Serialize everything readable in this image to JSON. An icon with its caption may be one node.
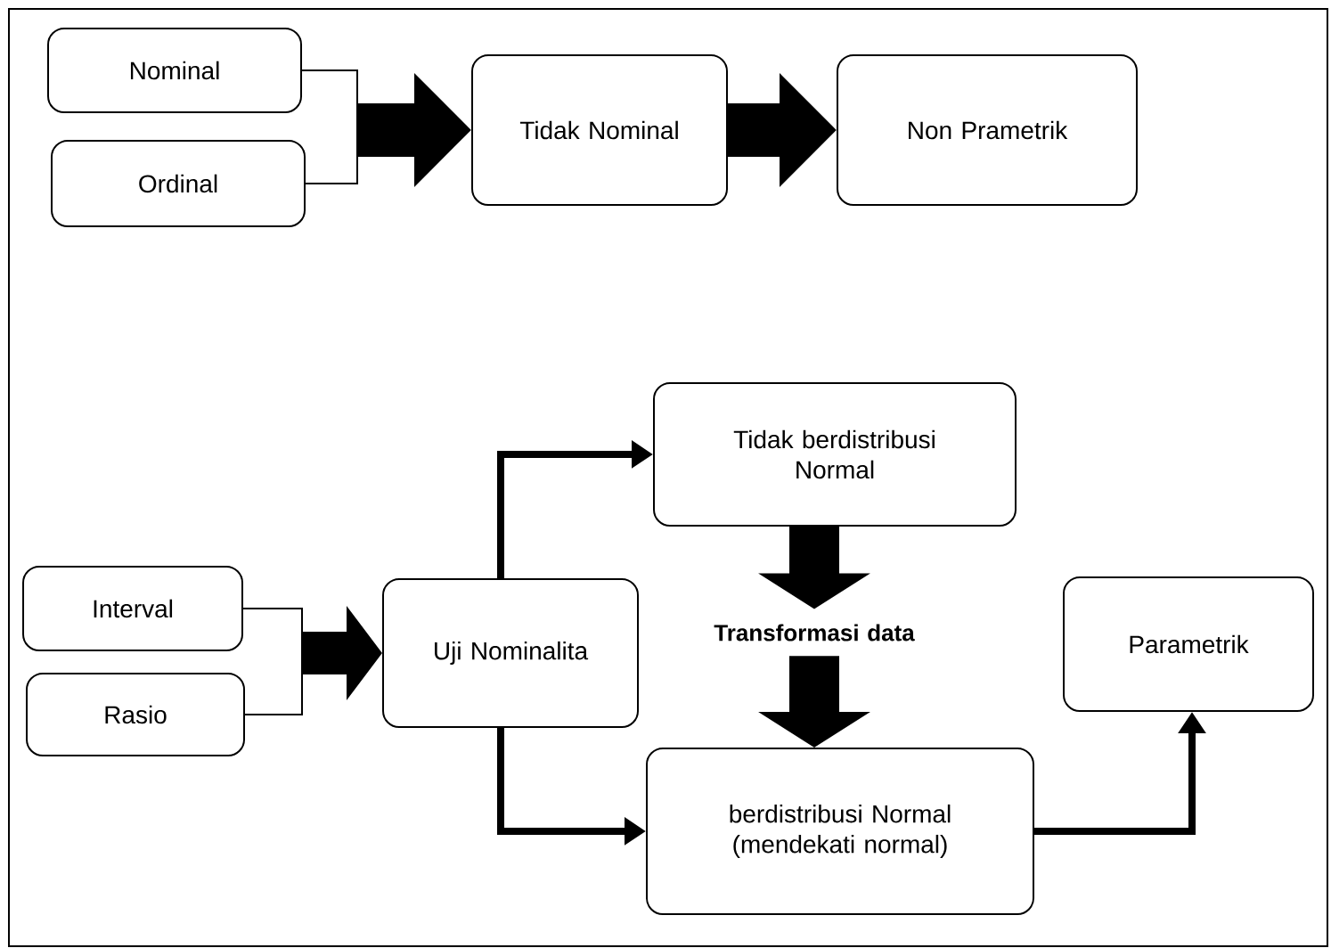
{
  "diagram": {
    "nodes": [
      {
        "text": [
          "Nominal"
        ]
      },
      {
        "text": [
          "Ordinal"
        ]
      },
      {
        "text": [
          "Tidak Nominal"
        ]
      },
      {
        "text": [
          "Non Prametrik"
        ]
      },
      {
        "text": [
          "Interval"
        ]
      },
      {
        "text": [
          "Rasio"
        ]
      },
      {
        "text": [
          "Uji Nominalita"
        ]
      },
      {
        "text": [
          "Tidak berdistribusi Normal"
        ]
      },
      {
        "text": [
          "Transformasi data"
        ]
      },
      {
        "text": [
          "berdistribusi Normal (mendekati normal)"
        ]
      },
      {
        "text": [
          "Parametrik"
        ]
      }
    ],
    "edges": [
      {
        "from": 0,
        "to": 2,
        "arrow": "to"
      },
      {
        "from": 1,
        "to": 2,
        "arrow": "to"
      },
      {
        "from": 2,
        "to": 3,
        "arrow": "to",
        "style": "thick"
      },
      {
        "from": 4,
        "to": 6,
        "arrow": "to"
      },
      {
        "from": 5,
        "to": 6,
        "arrow": "to"
      },
      {
        "from": 6,
        "to": 7,
        "arrow": "to"
      },
      {
        "from": 6,
        "to": 9,
        "arrow": "to"
      },
      {
        "from": 7,
        "to": 8,
        "arrow": "to",
        "style": "thick"
      },
      {
        "from": 8,
        "to": 9,
        "arrow": "to",
        "style": "thick"
      },
      {
        "from": 9,
        "to": 10,
        "arrow": "to"
      }
    ]
  }
}
